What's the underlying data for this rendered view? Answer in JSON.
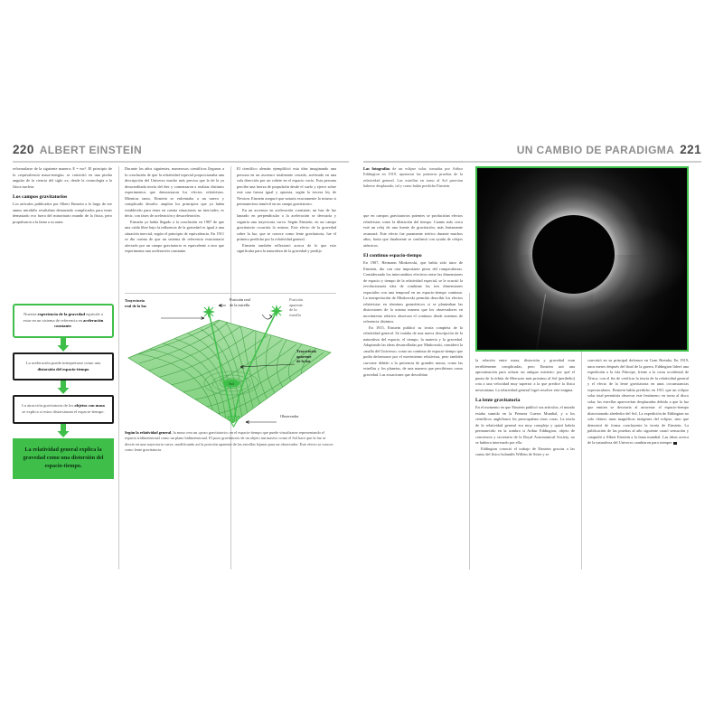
{
  "colors": {
    "accent_green": "#3fbf4a",
    "rule_grey": "#cfcfcf",
    "folio_grey": "#4b4b4b",
    "runtitle_grey": "#8e8e8e",
    "body_text": "#3b3b3b"
  },
  "left_page": {
    "folio": "220",
    "running_title": "ALBERT EINSTEIN",
    "col1": {
      "para1": "reformularse de la siguiente manera: E = mc². El principio de la «equivalencia masa-energía» se convirtió en una piedra angular de la ciencia del siglo xx, desde la cosmología a la física nuclear.",
      "heading": "Los campos gravitatorios",
      "para2": "Los artículos publicados por Albert Einstein a lo largo de ese annus mirabilis resultaban demasiado complicados para tener demasiado eco fuera del minoritario mundo de la física, pero propulsaron a la fama a su autor."
    },
    "col2": {
      "para1": "Durante los años siguientes, numerosos científicos llegaron a la conclusión de que la relatividad especial proporcionaba una descripción del Universo mucho más precisa que la de la ya desacreditada teoría del éter y comenzaron a realizar distintos experimentos que demostraron los efectos relativistas. Mientras tanto, Einstein se enfrentaba a un nuevo y complicado desafío: ampliar los principios que ya había establecido para tener en cuenta situaciones no inerciales, es decir, con fases de aceleración y desaceleración.",
      "para2": "Einstein ya había llegado a la conclusión en 1907 de que una caída libre bajo la influencia de la gravedad es igual a una situación inercial, según el principio de equivalencia. En 1911 se dio cuenta de que un sistema de referencia estacionario afectado por un campo gravitatorio es equivalente a otro que experimenta una aceleración constante."
    },
    "col3": {
      "para1": "El científico alemán ejemplificó esta idea imaginando una persona en un ascensor totalmente cerrado, acelerado en una sola dirección por un cohete en el espacio vacío. Esta persona percibe una fuerza de propulsión desde el suelo y ejerce sobre este una fuerza igual y opuesta, según la tercera ley de Newton. Einstein aseguró que notaría exactamente lo mismo si permaneciera inmóvil en un campo gravitatorio.",
      "para2": "En un ascensor en aceleración constante, un haz de luz lanzado en perpendicular a la aceleración se desviaría y seguiría una trayectoria curva. Según Einstein, en un campo gravitatorio ocurriría lo mismo. Este efecto de la gravedad sobre la luz, que se conoce como lente gravitatoria, fue el primero predicho por la relatividad general.",
      "para3": "Einstein también reflexionó acerca de lo que esto significaba para la naturaleza de la gravedad y predijo"
    },
    "flowchart": {
      "box1_parts": [
        "Nuestra ",
        "experiencia de la gravedad",
        " equivale a estar en un sistema de referencia en ",
        "aceleración constante",
        "."
      ],
      "box2_parts": [
        "La aceleración puede interpretarse como una ",
        "distorsión del espacio-tiempo"
      ],
      "box3_parts": [
        "La atracción gravitatoria de los ",
        "objetos con masa",
        " se explica si estos distorsionan el espacio-tiempo."
      ],
      "box4": "La relatividad general explica la gravedad como una distorsión del espacio-tiempo."
    },
    "diagram": {
      "label_real_path": "Trayectoria\nreal de la luz",
      "label_real_position": "Posición real\nde la estrella",
      "label_apparent_position": "Posición\naparente\nde la\nestrella",
      "label_apparent_path": "Trayectoria\naparente\nde la luz",
      "label_sun": "Sol",
      "label_observer": "Observador",
      "caption_bold": "Según la relatividad general",
      "caption_rest": ", la masa crea un «pozo gravitatorio» en el espacio-tiempo que puede visualizarse representando el espacio tridimensional como un plano bidimensional. El pozo gravitatorio de un objeto tan masivo como el Sol hace que la luz se desvíe en una trayectoria curva, modificando así la posición aparente de las estrellas lejanas para un observador. Este efecto se conoce como lente gravitatoria."
    }
  },
  "right_page": {
    "folio": "221",
    "running_title": "UN CAMBIO DE PARADIGMA",
    "photo_caption_bold": "Las fotografías",
    "photo_caption_rest": " de un eclipse solar, tomadas por Arthur Eddington en 1919, aportaron las primeras pruebas de la relatividad general. Las estrellas en torno al Sol parecían haberse desplazado, tal y como había predicho Einstein.",
    "photo_alt": "eclipse-solar-total-corona",
    "col1": {
      "para1": "que en campos gravitatorios potentes se producirían efectos relativistas como la dilatación del tiempo. Cuanto más cerca esté un reloj de una fuente de gravitación, más lentamente avanzará. Este efecto fue puramente teórico durante muchos años, hasta que finalmente se confirmó con ayuda de relojes atómicos.",
      "heading": "El continuo espacio-tiempo",
      "para2": "En 1907, Hermann Minkowski, que había sido tutor de Einstein, dio con otra importante pieza del rompecabezas. Considerando los intercambios efectivos entre las dimensiones de espacio y tiempo de la relatividad especial, se le ocurrió la revolucionaria idea de combinar las tres dimensiones espaciales con una temporal en un espacio-tiempo continuo. La interpretación de Minkowski permitía describir los efectos relativistas en términos geométricos si se planteaban las distorsiones de la misma manera que los observadores en movimiento relativo observan el continuo desde sistemas de referencia distintos.",
      "para3": "En 1915, Einstein publicó su teoría completa de la relatividad general. Se trataba de una nueva descripción de la naturaleza del espacio, el tiempo, la materia y la gravedad. Adaptando las ideas desarrolladas por Minkowski, consideró la «malla del Universo» como un continuo de espacio-tiempo que podía deformarse por el movimiento relativista, pero también curvarse debido a la presencia de grandes masas, como las estrellas y los planetas, de una manera que percibimos como gravedad. Las ecuaciones que describían"
    },
    "col2": {
      "para1": "la relación entre masa, distorsión y gravedad eran terriblemente complicadas, pero Einstein usó una aproximación para aclarar un antiguo misterio: por qué el punto de la órbita de Mercurio más próximo al Sol (perihelio) rota a una velocidad muy superior a la que predice la física newtoniana. La relatividad general logró resolver este enigma.",
      "heading": "La lente gravitatoria",
      "para2": "En el momento en que Einstein publicó sus artículos, el mundo estaba sumido en la Primera Guerra Mundial, y a los científicos anglófonos les preocupaban otras cosas. La teoría de la relatividad general era muy compleja y quizá habría permanecido en la sombra si Arthur Eddington, objeto de conciencia y secretario de la Royal Astronomical Society, no se hubiera interesado por ella.",
      "para3": "Eddington conoció el trabajo de Einstein gracias a las cartas del físico holandés Willem de Sitter y se"
    },
    "col3": {
      "para1": "convirtió en su principal defensor en Gran Bretaña. En 1919, unos meses después del final de la guerra, Eddington lideró una expedición a la isla Príncipe, frente a la costa occidental de África, con el fin de verificar la teoría de la relatividad general y el efecto de la lente gravitatoria en unas circunstancias espectaculares. Einstein había predicho en 1911 que un eclipse solar total permitiría observar este fenómeno: en torno al disco solar, las estrellas aparecerían desplazadas debido a que la luz que emiten se desviaría al atravesar el espacio-tiempo distorsionado alrededor del Sol. La expedición de Eddington no solo obtuvo unas magníficas imágenes del eclipse, sino que demostró de forma concluyente la teoría de Einstein. La publicación de las pruebas al año siguiente causó sensación y catapultó a Albert Einstein a la fama mundial. Las ideas acerca de la naturaleza del Universo cambiaron para siempre"
    }
  }
}
